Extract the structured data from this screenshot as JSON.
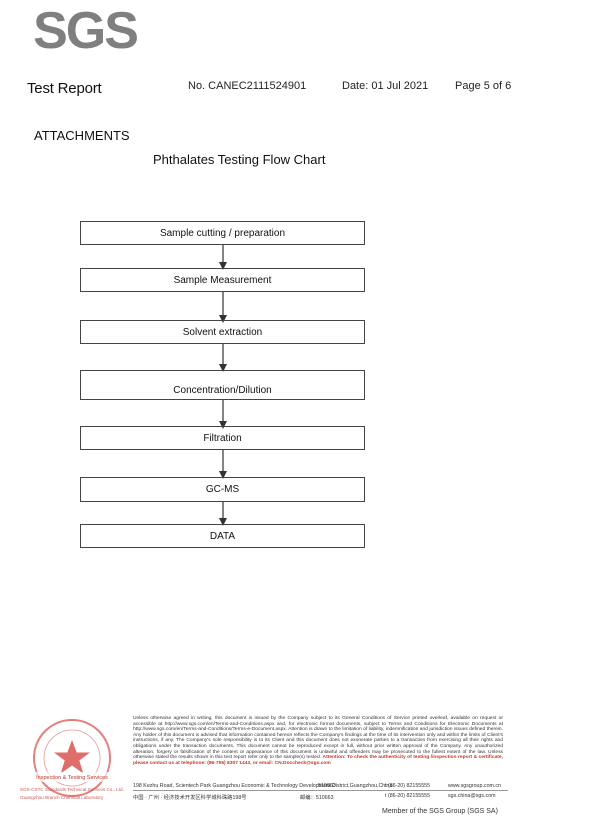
{
  "logo": {
    "text": "SGS"
  },
  "header": {
    "title": "Test Report",
    "number": "No. CANEC2111524901",
    "date": "Date: 01 Jul 2021",
    "page": "Page 5 of 6"
  },
  "section": {
    "heading": "ATTACHMENTS"
  },
  "flowchart": {
    "title": "Phthalates Testing Flow Chart",
    "steps": [
      "Sample cutting / preparation",
      "Sample Measurement",
      "Solvent extraction",
      "Concentration/Dilution",
      "Filtration",
      "GC-MS",
      "DATA"
    ]
  },
  "footer": {
    "disclaimer": "Unless otherwise agreed in writing, this document is issued by the Company subject to its General Conditions of Service printed overleaf, available on request or accessible at http://www.sgs.com/en/Terms-and-Conditions.aspx and, for electronic format documents, subject to Terms and Conditions for Electronic Documents at http://www.sgs.com/en/Terms-and-Conditions/Terms-e-Document.aspx. Attention is drawn to the limitation of liability, indemnification and jurisdiction issues defined therein. Any holder of this document is advised that information contained hereon reflects the Company's findings at the time of its intervention only and within the limits of Client's instructions, if any. The Company's sole responsibility is to its Client and this document does not exonerate parties to a transaction from exercising all their rights and obligations under the transaction documents. This document cannot be reproduced except in full, without prior written approval of the Company. Any unauthorized alteration, forgery or falsification of the content or appearance of this document is unlawful and offenders may be prosecuted to the fullest extent of the law. Unless otherwise stated the results shown in this test report refer only to the sample(s) tested.",
    "attention": "Attention: To check the authenticity of testing /inspection report & certificate, please contact us at telephone: (86-755) 8307 1443, or email: CN.Doccheck@sgs.com",
    "address_en": "198 Kezhu Road, Scientech Park Guangzhou Economic & Technology Development District,Guangzhou,China",
    "postcode_en": "510663",
    "tel_en": "t (86-20) 82155555",
    "web_en": "www.sgsgroup.com.cn",
    "address_cn": "中国 · 广州 · 经济技术开发区科学城科珠路198号",
    "postcode_cn": "邮编：510663",
    "tel_cn": "t (86-20) 82155555",
    "web_cn": "sgs.china@sgs.com",
    "seal_label": "Inspection & Testing Services",
    "lab_name": "SGS-CSTC Standards Technical Services Co., Ltd.",
    "lab_name2": "Guangzhou Branch Chemical Laboratory",
    "member": "Member of the SGS Group (SGS SA)"
  },
  "colors": {
    "logo_grey": "#7f7f7f",
    "seal_red": "#d9534f",
    "warning_red": "#c0392b"
  }
}
